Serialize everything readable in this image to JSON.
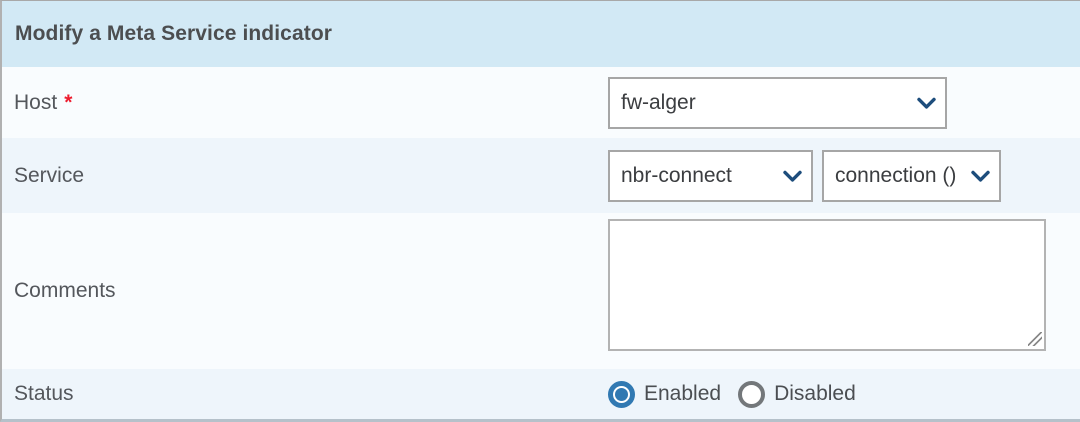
{
  "colors": {
    "header_bg": "#d2e9f5",
    "row_light_bg": "#f9fcfe",
    "row_tint_bg": "#eef5fb",
    "radio_accent_blue": "#3179b2",
    "chevron_navy": "#1d4d7c",
    "required_red": "#ed1c2e",
    "title_text": "#4c4e50",
    "label_text": "#54575c",
    "field_border_gray": "#a6a6a6"
  },
  "form": {
    "title": "Modify a Meta Service indicator",
    "fields": {
      "host": {
        "label": "Host",
        "required_marker": "*",
        "value": "fw-alger"
      },
      "service": {
        "label": "Service",
        "service_value": "nbr-connect",
        "metric_value": "connection ()"
      },
      "comments": {
        "label": "Comments",
        "value": ""
      },
      "status": {
        "label": "Status",
        "options": [
          {
            "label": "Enabled",
            "selected": true
          },
          {
            "label": "Disabled",
            "selected": false
          }
        ]
      }
    }
  }
}
